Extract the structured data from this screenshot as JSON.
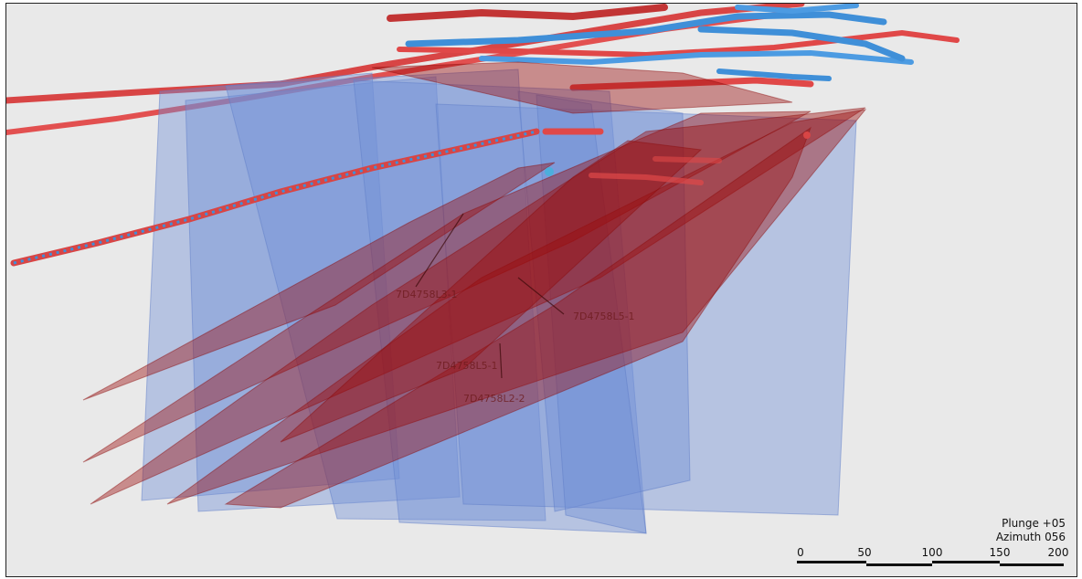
{
  "view": {
    "plunge_text": "Plunge +05",
    "azimuth_text": "Azimuth 056"
  },
  "scale_bar": {
    "ticks": [
      "0",
      "50",
      "100",
      "150",
      "200"
    ]
  },
  "drillhole_labels": [
    "7D4758L3-1",
    "7D4758L5-1",
    "7D4758L5-1",
    "7D4758L2-2"
  ],
  "colors": {
    "background": "#e9e9e9",
    "drive_red": "#e04848",
    "drive_blue": "#3f8fd8",
    "plane_red": "#9a0c0c",
    "plane_blue": "#6f8fd6"
  }
}
